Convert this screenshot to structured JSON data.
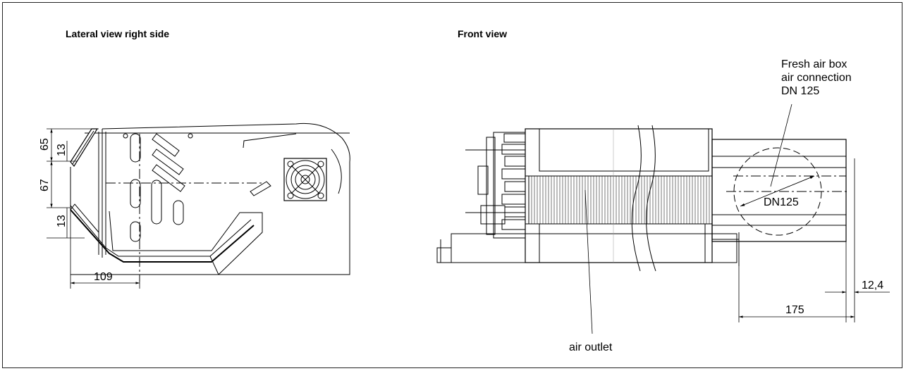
{
  "titles": {
    "lateral": "Lateral view right side",
    "front": "Front view"
  },
  "lateral_dims": {
    "d65": "65",
    "d13_top": "13",
    "d67": "67",
    "d13_bottom": "13",
    "d109": "109"
  },
  "front_labels": {
    "fresh_air_line1": "Fresh air box",
    "fresh_air_line2": "air connection",
    "fresh_air_line3": "DN 125",
    "dn125": "DN125",
    "air_outlet": "air outlet",
    "d12_4": "12,4",
    "d175": "175"
  }
}
